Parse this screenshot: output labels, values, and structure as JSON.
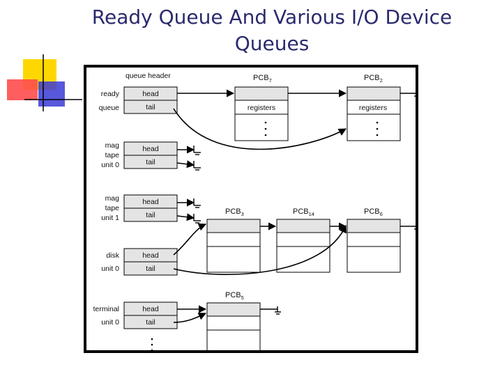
{
  "title": "Ready Queue And Various I/O Device Queues",
  "diagram": {
    "queue_header_label": "queue header",
    "head_label": "head",
    "tail_label": "tail",
    "registers_label": "registers",
    "ellipsis": "·  ·  ·",
    "queues": [
      {
        "lines": [
          "ready",
          "queue"
        ]
      },
      {
        "lines": [
          "mag",
          "tape",
          "unit 0"
        ]
      },
      {
        "lines": [
          "mag",
          "tape",
          "unit 1"
        ]
      },
      {
        "lines": [
          "disk",
          "unit 0"
        ]
      },
      {
        "lines": [
          "terminal",
          "unit 0"
        ]
      }
    ],
    "pcbs": [
      {
        "base": "PCB",
        "sub": "7"
      },
      {
        "base": "PCB",
        "sub": "2"
      },
      {
        "base": "PCB",
        "sub": "3"
      },
      {
        "base": "PCB",
        "sub": "14"
      },
      {
        "base": "PCB",
        "sub": "6"
      },
      {
        "base": "PCB",
        "sub": "5"
      }
    ]
  },
  "colors": {
    "title": "#2a2a6e",
    "cell_fill": "#e4e4e4",
    "deco_yellow": "#ffd700",
    "deco_red": "#ff4d4d",
    "deco_blue": "#3b3bd6"
  }
}
